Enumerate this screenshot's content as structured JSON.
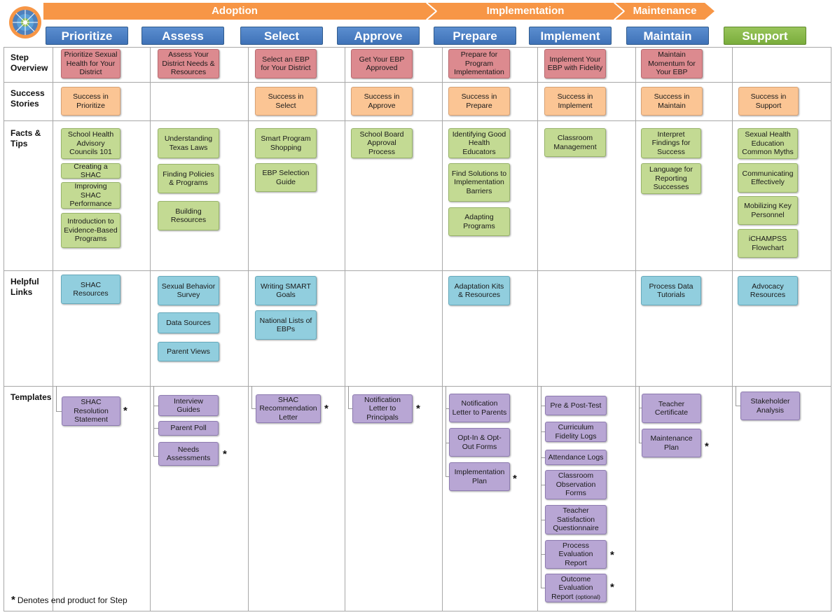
{
  "phases": [
    {
      "key": "adoption",
      "label": "Adoption"
    },
    {
      "key": "implementation",
      "label": "Implementation"
    },
    {
      "key": "maintenance",
      "label": "Maintenance"
    }
  ],
  "steps": [
    "Prioritize",
    "Assess",
    "Select",
    "Approve",
    "Prepare",
    "Implement",
    "Maintain",
    "Support"
  ],
  "rows": {
    "step_overview": "Step\nOverview",
    "success_stories": "Success\nStories",
    "facts_tips": "Facts &\nTips",
    "helpful_links": "Helpful\nLinks",
    "templates": "Templates"
  },
  "overview": [
    "Prioritize Sexual Health for Your District",
    "Assess Your District Needs & Resources",
    "Select an EBP for Your District",
    "Get Your EBP Approved",
    "Prepare for Program Implementation",
    "Implement Your EBP with Fidelity",
    "Maintain Momentum for Your EBP"
  ],
  "success": {
    "prioritize": "Success in Prioritize",
    "select": "Success in Select",
    "approve": "Success in Approve",
    "prepare": "Success in Prepare",
    "implement": "Success in Implement",
    "maintain": "Success in Maintain",
    "support": "Success in Support"
  },
  "facts": {
    "prioritize": [
      "School Health Advisory Councils 101",
      "Creating a SHAC",
      "Improving SHAC Performance",
      "Introduction to Evidence-Based Programs"
    ],
    "assess": [
      "Understanding Texas Laws",
      "Finding Policies & Programs",
      "Building Resources"
    ],
    "select": [
      "Smart Program Shopping",
      "EBP Selection Guide"
    ],
    "approve": [
      "School Board Approval Process"
    ],
    "prepare": [
      "Identifying Good Health Educators",
      "Find Solutions to Implementation Barriers",
      "Adapting Programs"
    ],
    "implement": [
      "Classroom Management"
    ],
    "maintain": [
      "Interpret Findings for Success",
      "Language for Reporting Successes"
    ],
    "support": [
      "Sexual Health Education Common Myths",
      "Communicating Effectively",
      "Mobilizing Key Personnel",
      "iCHAMPSS Flowchart"
    ]
  },
  "links": {
    "prioritize": [
      "SHAC Resources"
    ],
    "assess": [
      "Sexual Behavior Survey",
      "Data Sources",
      "Parent Views"
    ],
    "select": [
      "Writing SMART Goals",
      "National Lists of EBPs"
    ],
    "prepare": [
      "Adaptation Kits & Resources"
    ],
    "maintain": [
      "Process Data Tutorials"
    ],
    "support": [
      "Advocacy Resources"
    ]
  },
  "templates": {
    "prioritize": [
      "SHAC Resolution Statement"
    ],
    "assess": [
      "Interview Guides",
      "Parent Poll",
      "Needs Assessments"
    ],
    "select": [
      "SHAC Recommendation Letter"
    ],
    "approve": [
      "Notification Letter to Principals"
    ],
    "prepare": [
      "Notification Letter to Parents",
      "Opt-In & Opt-Out Forms",
      "Implementation Plan"
    ],
    "implement": [
      "Pre & Post-Test",
      "Curriculum Fidelity Logs",
      "Attendance Logs",
      "Classroom Observation Forms",
      "Teacher Satisfaction Questionnaire",
      "Process Evaluation Report",
      "Outcome Evaluation"
    ],
    "implement_optional_line": "Report",
    "implement_optional_note": "(optional)",
    "maintain": [
      "Teacher Certificate",
      "Maintenance Plan"
    ],
    "support": [
      "Stakeholder Analysis"
    ]
  },
  "star_symbol": "*",
  "footnote": "Denotes end product for Step",
  "colors": {
    "phase_arrow": "#f79646",
    "step_blue": "#4f81bd",
    "step_green": "#8cbb4e",
    "overview": "#dc8a8f",
    "success": "#fbc594",
    "facts": "#c3da93",
    "links": "#91cede",
    "templates": "#b8a6d4"
  },
  "icons": [
    "wheel-logo-icon"
  ]
}
